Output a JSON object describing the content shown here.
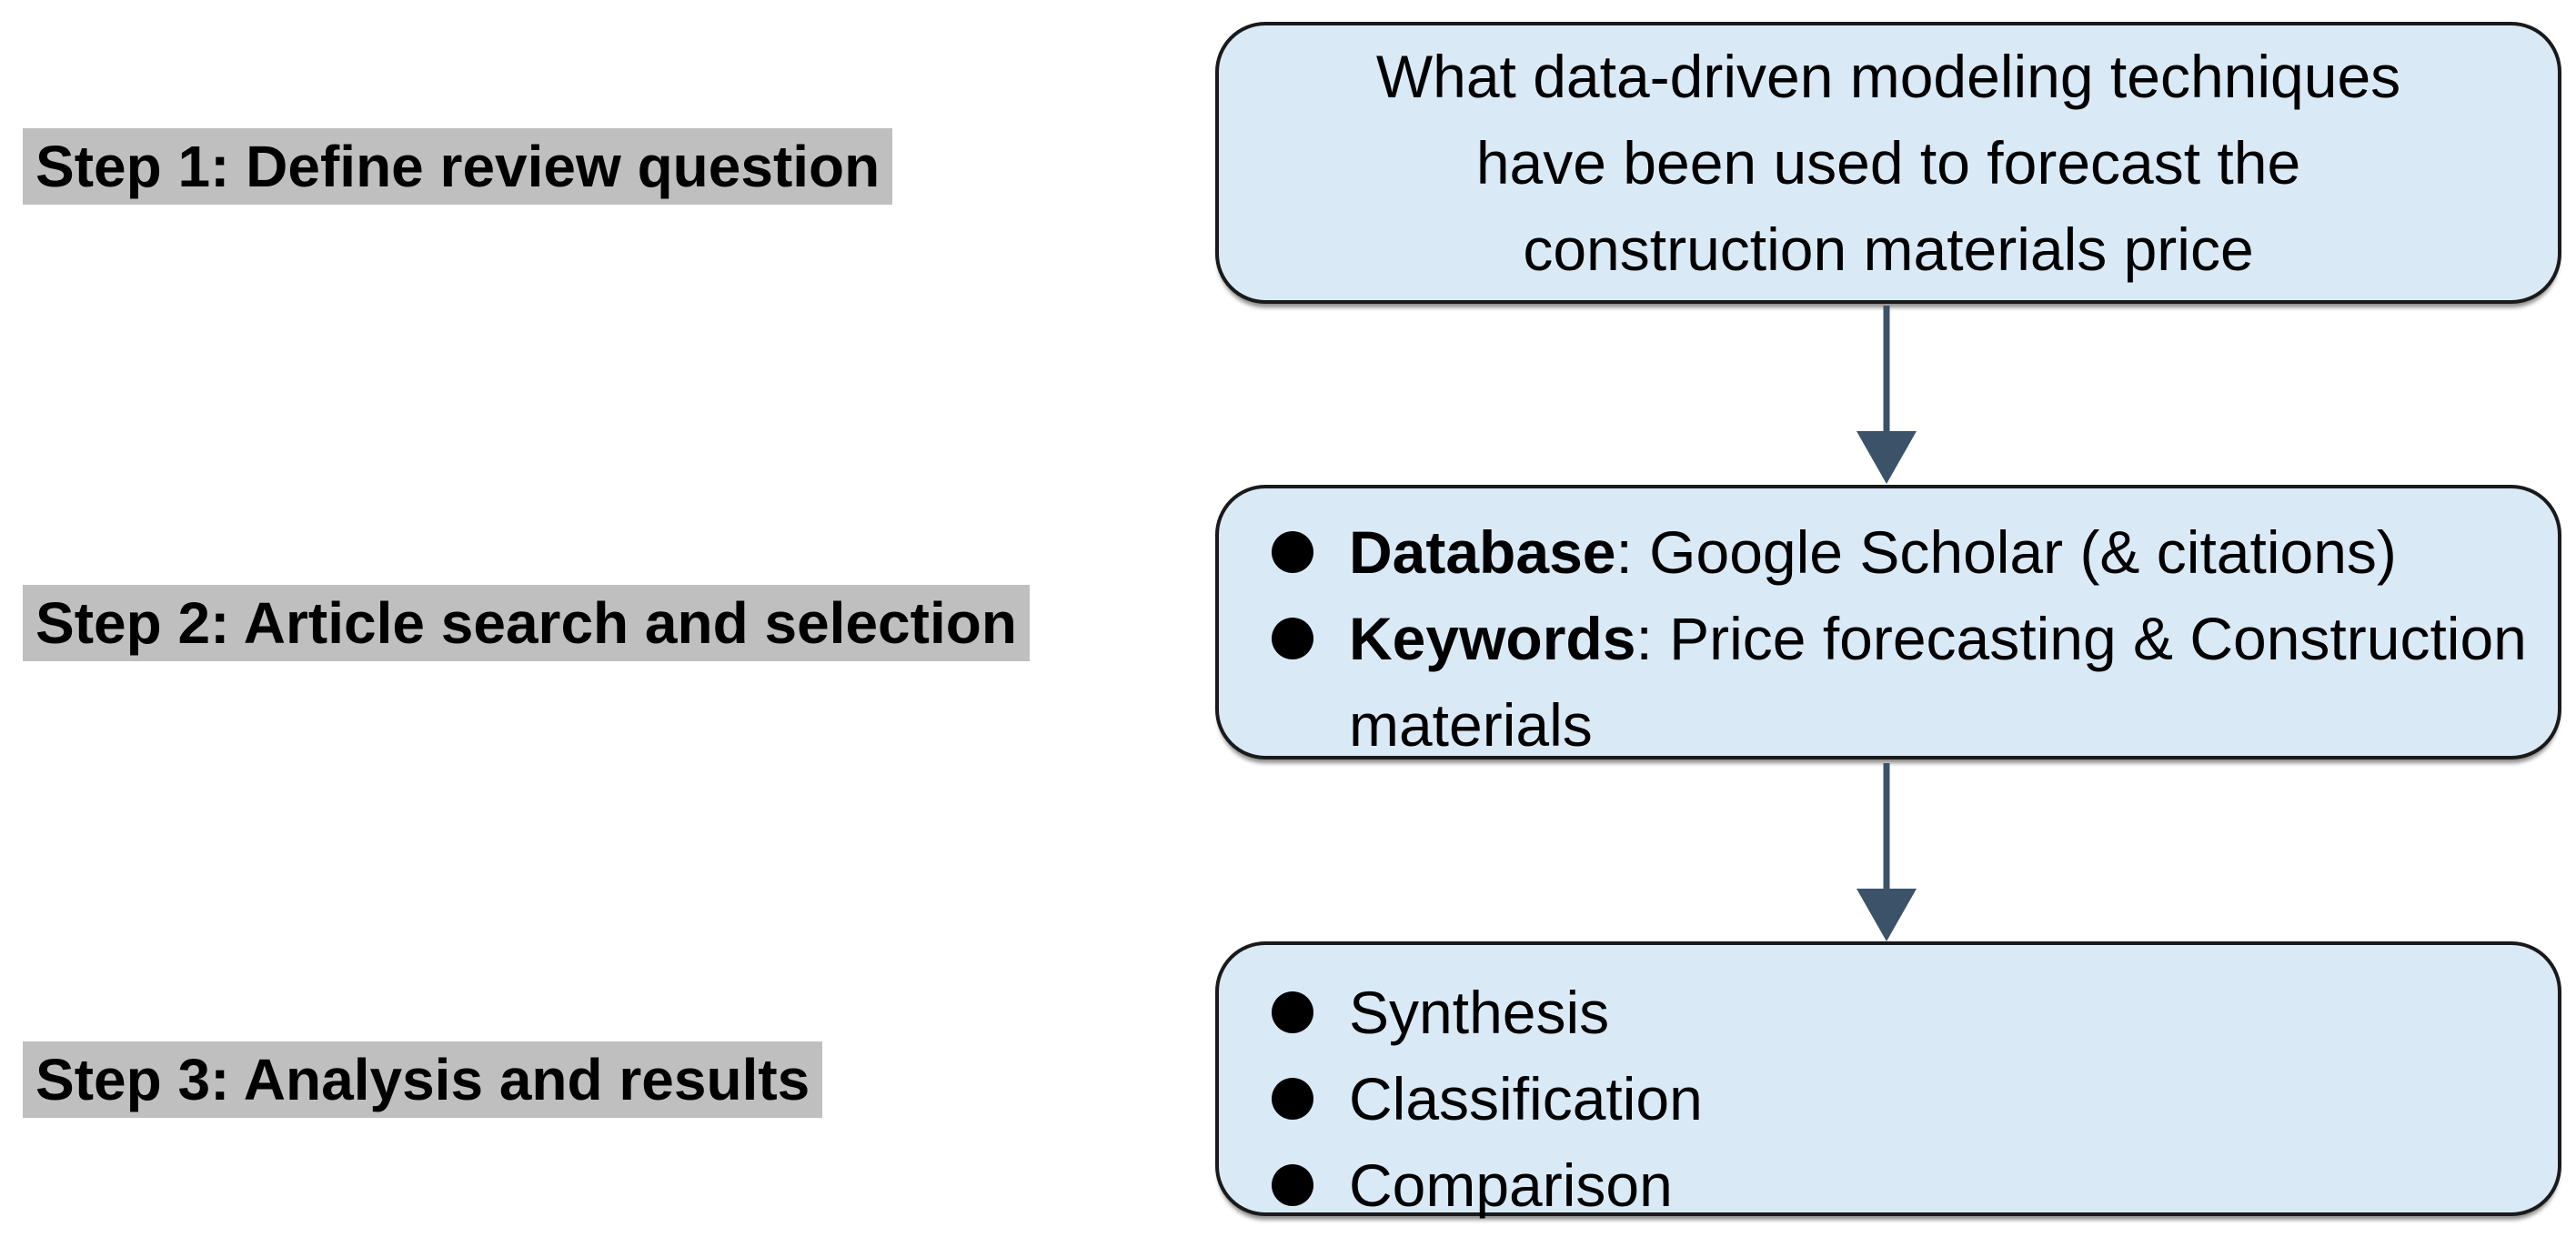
{
  "colors": {
    "box_fill": "#DAE9F6",
    "box_border": "#1a1a1a",
    "arrow": "#3B5268",
    "step_highlight": "#BFBFBF",
    "text": "#000000",
    "background": "#ffffff"
  },
  "icons": {
    "bullet": "black-filled-circle",
    "connector": "down-arrow"
  },
  "steps": [
    {
      "label": "Step 1: Define review question"
    },
    {
      "label": "Step 2: Article search and selection"
    },
    {
      "label": "Step 3: Analysis and results"
    }
  ],
  "boxes": {
    "question": {
      "lines": [
        "What data-driven modeling techniques",
        "have been used to forecast the",
        "construction materials price"
      ]
    },
    "search": {
      "items": [
        {
          "lead": "Database",
          "rest": ": Google Scholar (& citations)"
        },
        {
          "lead": "Keywords",
          "rest": ": Price forecasting & Construction materials"
        }
      ]
    },
    "analysis": {
      "items": [
        "Synthesis",
        "Classification",
        "Comparison"
      ]
    }
  }
}
